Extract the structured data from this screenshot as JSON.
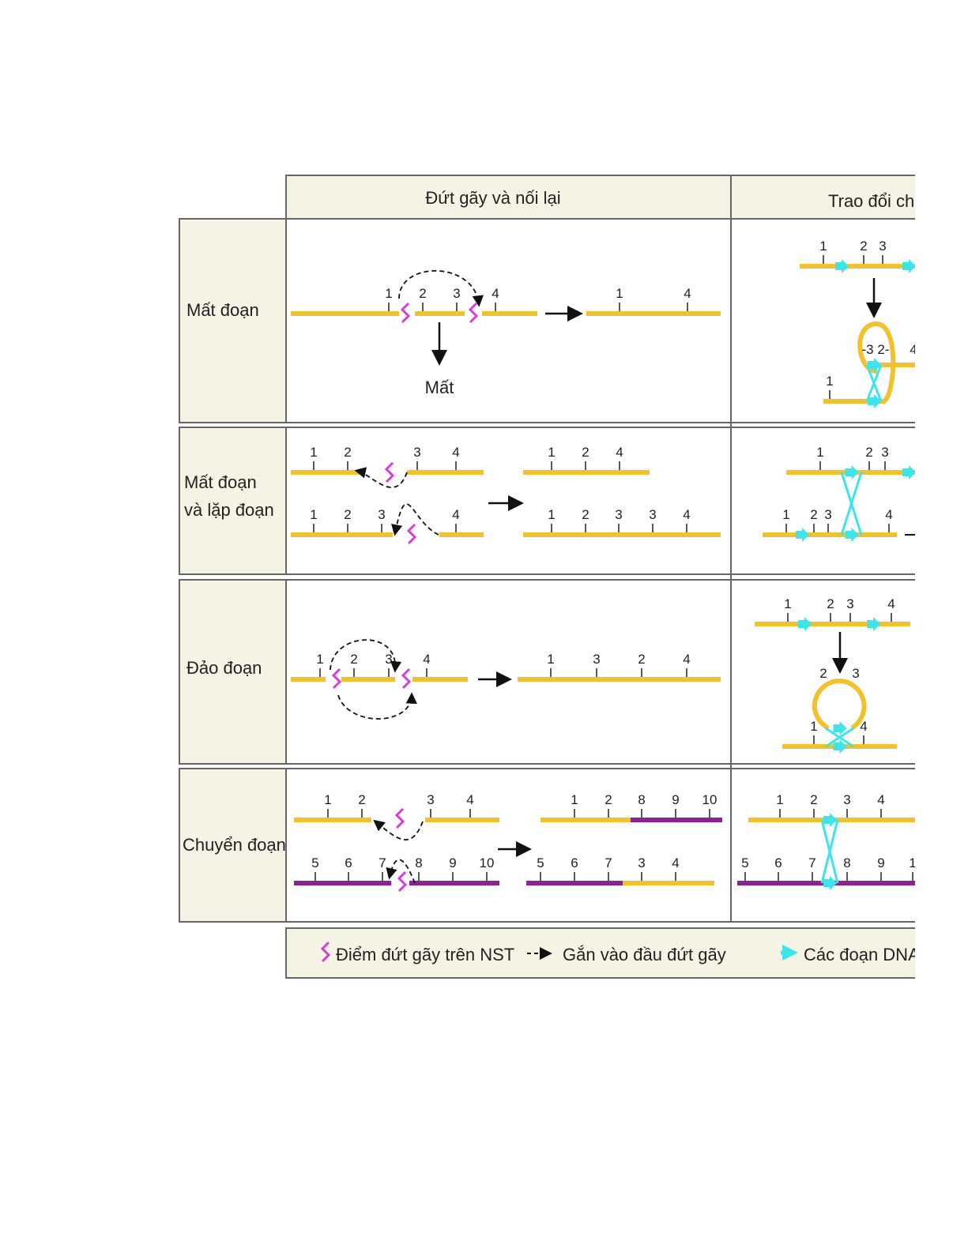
{
  "header": {
    "col1": "Đứt gãy và nối lại",
    "col2": "Trao đổi ch"
  },
  "rows": [
    {
      "label_lines": [
        "Mất đoạn"
      ],
      "note": "Mất"
    },
    {
      "label_lines": [
        "Mất đoạn",
        "và lặp đoạn"
      ]
    },
    {
      "label_lines": [
        "Đảo đoạn"
      ]
    },
    {
      "label_lines": [
        "Chuyển đoạn"
      ]
    }
  ],
  "ticks": {
    "r1a": [
      "1",
      "2",
      "3",
      "4"
    ],
    "r1b": [
      "1",
      "4"
    ],
    "r2a": [
      "1",
      "2",
      "3",
      "4"
    ],
    "r2b": [
      "1",
      "2",
      "3",
      "4"
    ],
    "r2c": [
      "1",
      "2",
      "4"
    ],
    "r2d": [
      "1",
      "2",
      "3",
      "3",
      "4"
    ],
    "r3a": [
      "1",
      "2",
      "3",
      "4"
    ],
    "r3b": [
      "1",
      "3",
      "2",
      "4"
    ],
    "r4a": [
      "1",
      "2",
      "3",
      "4"
    ],
    "r4b": [
      "5",
      "6",
      "7",
      "8",
      "9",
      "10"
    ],
    "r4c": [
      "1",
      "2",
      "8",
      "9",
      "10"
    ],
    "r4d": [
      "5",
      "6",
      "7",
      "3",
      "4"
    ],
    "c1a": [
      "1",
      "2",
      "3"
    ],
    "c1b": [
      "-3 2-",
      "4",
      "1"
    ],
    "c2a": [
      "1",
      "2",
      "3"
    ],
    "c2b": [
      "1",
      "2",
      "3",
      "4"
    ],
    "c3a": [
      "1",
      "2",
      "3",
      "4"
    ],
    "c3b": [
      "2",
      "3",
      "1",
      "4"
    ],
    "c4a": [
      "1",
      "2",
      "3",
      "4"
    ],
    "c4b": [
      "5",
      "6",
      "7",
      "8",
      "9",
      "1"
    ]
  },
  "legend": {
    "breakpoint": "Điểm đứt gãy trên NST",
    "join": "Gắn vào đầu đứt gãy",
    "dna": "Các đoạn DNA"
  },
  "colors": {
    "chromosome": "#f2c12e",
    "chromosome_alt": "#8e1f94",
    "breakpoint": "#d43fd8",
    "dna_segment": "#3fe3ea",
    "cell_bg": "#f5f3e3"
  }
}
